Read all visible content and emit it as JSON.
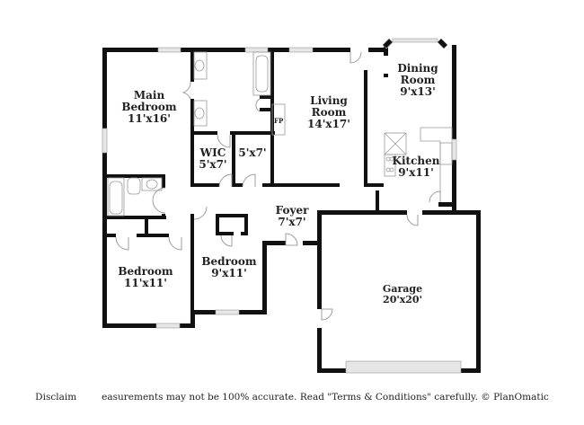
{
  "rooms": {
    "main_bedroom": {
      "name": "Main Bedroom",
      "name_line1": "Main",
      "name_line2": "Bedroom",
      "size": "11'x16'"
    },
    "wic": {
      "name": "WIC",
      "size": "5'x7'"
    },
    "closet": {
      "size": "5'x7'"
    },
    "living_room": {
      "name_line1": "Living",
      "name_line2": "Room",
      "size": "14'x17'"
    },
    "dining_room": {
      "name_line1": "Dining",
      "name_line2": "Room",
      "size": "9'x13'"
    },
    "kitchen": {
      "name": "Kitchen",
      "size": "9'x11'"
    },
    "foyer": {
      "name": "Foyer",
      "size": "7'x7'"
    },
    "bedroom_1": {
      "name": "Bedroom",
      "size": "11'x11'"
    },
    "bedroom_2": {
      "name": "Bedroom",
      "size": "9'x11'"
    },
    "garage": {
      "name": "Garage",
      "size": "20'x20'"
    }
  },
  "fixtures": {
    "fireplace": "FP"
  },
  "footer": {
    "left": "Disclaim",
    "right": "easurements may not be 100% accurate. Read \"Terms & Conditions\" carefully. © PlanOmatic"
  },
  "colors": {
    "wall": "#111111",
    "window": "#dddddd",
    "fixture": "#999999"
  }
}
